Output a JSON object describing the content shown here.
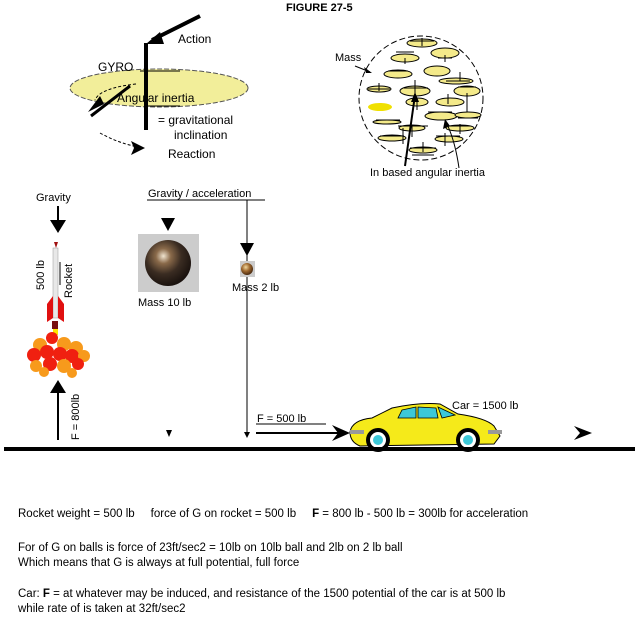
{
  "figure": {
    "title": "FIGURE 27-5"
  },
  "gyro": {
    "labels": {
      "action": "Action",
      "gyro": "GYRO",
      "angular_inertia": "Angular inertia",
      "equals_grav_line1": "= gravitational",
      "equals_grav_line2": "inclination",
      "reaction": "Reaction"
    }
  },
  "mass_sphere": {
    "labels": {
      "mass": "Mass",
      "caption": "In based angular inertia"
    }
  },
  "rocket": {
    "labels": {
      "gravity": "Gravity",
      "weight": "500 lb",
      "name": "Rocket",
      "thrust": "F = 800lb"
    }
  },
  "balls": {
    "labels": {
      "gravity_acceleration": "Gravity / acceleration",
      "mass_10": "Mass 10 lb",
      "mass_2": "Mass 2 lb"
    }
  },
  "car": {
    "labels": {
      "force": "F = 500 lb",
      "weight": "Car = 1500 lb"
    }
  },
  "notes": {
    "line1_a": "Rocket weight = 500 lb",
    "line1_b": "force of G on rocket = 500 lb",
    "line1_c_bold": "F",
    "line1_c": " = 800 lb - 500 lb =  300lb for acceleration",
    "line2": "For of G on balls is   force of 23ft/sec2   = 10lb on 10lb ball and 2lb on 2 lb ball",
    "line3": "Which means that G is always at full potential, full force",
    "line4_a": "Car:  ",
    "line4_bold": "F",
    "line4_b": " =  at whatever may be induced,  and resistance of the  1500 potential of the car is at 500 lb",
    "line5": "while rate of is taken at 32ft/sec2"
  },
  "colors": {
    "gyro_disc": "#f2ee9a",
    "inner_disc": "#f4ea8a",
    "inner_disc_solid": "#f0e000",
    "car_body": "#f5ea1a",
    "car_glass": "#3cc8d8",
    "rocket_red": "#e01010",
    "flame_orange": "#f79a1c",
    "flame_red": "#f02010",
    "ball_bg": "#cccccc"
  }
}
